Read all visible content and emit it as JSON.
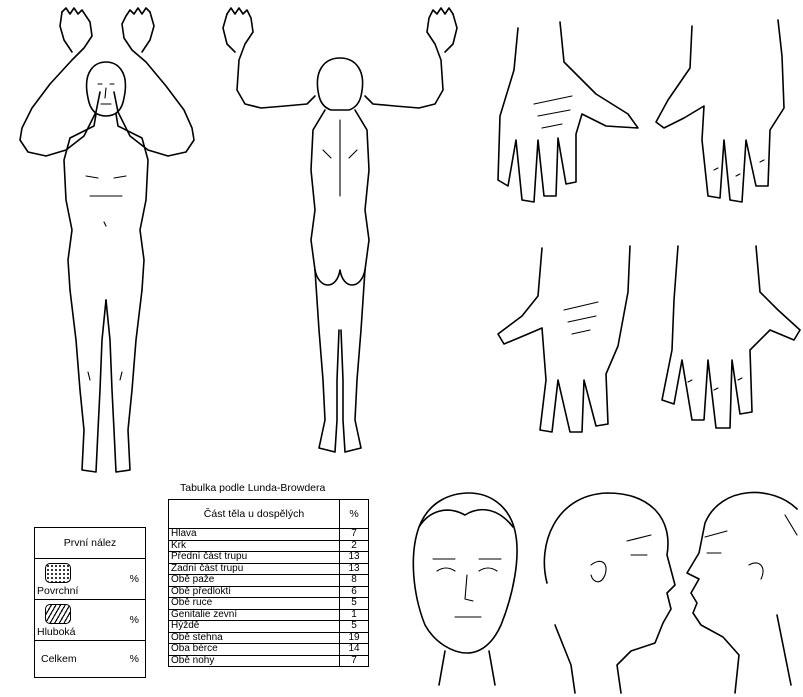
{
  "legend": {
    "title": "První nález",
    "rows": [
      {
        "label": "Povrchní",
        "pct": "%"
      },
      {
        "label": "Hluboká",
        "pct": "%"
      },
      {
        "label": "Celkem",
        "pct": "%"
      }
    ]
  },
  "lund_browder": {
    "title": "Tabulka podle Lunda-Browdera",
    "header": {
      "part": "Část těla u dospělých",
      "pct": "%"
    },
    "rows": [
      {
        "part": "Hlava",
        "pct": "7"
      },
      {
        "part": "Krk",
        "pct": "2"
      },
      {
        "part": "Přední část trupu",
        "pct": "13"
      },
      {
        "part": "Zadní část trupu",
        "pct": "13"
      },
      {
        "part": "Obě paže",
        "pct": "8"
      },
      {
        "part": "Obě předloktí",
        "pct": "6"
      },
      {
        "part": "Obě ruce",
        "pct": "5"
      },
      {
        "part": "Genitalie zevní",
        "pct": "1"
      },
      {
        "part": "Hýždě",
        "pct": "5"
      },
      {
        "part": "Obě stehna",
        "pct": "19"
      },
      {
        "part": "Oba bérce",
        "pct": "14"
      },
      {
        "part": "Obě nohy",
        "pct": "7"
      }
    ]
  }
}
